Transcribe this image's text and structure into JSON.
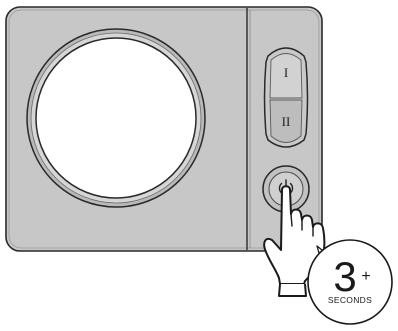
{
  "device": {
    "button_upper_label": "I",
    "button_lower_label": "II",
    "power_icon": "power-icon",
    "pointer_icon": "hand-pointer-icon",
    "colors": {
      "body": "#c7c7c7",
      "outline": "#2a2a2a",
      "display": "#ffffff",
      "callout_bg": "#ffffff"
    }
  },
  "callout": {
    "value": "3",
    "suffix": "+",
    "unit": "SECONDS"
  }
}
